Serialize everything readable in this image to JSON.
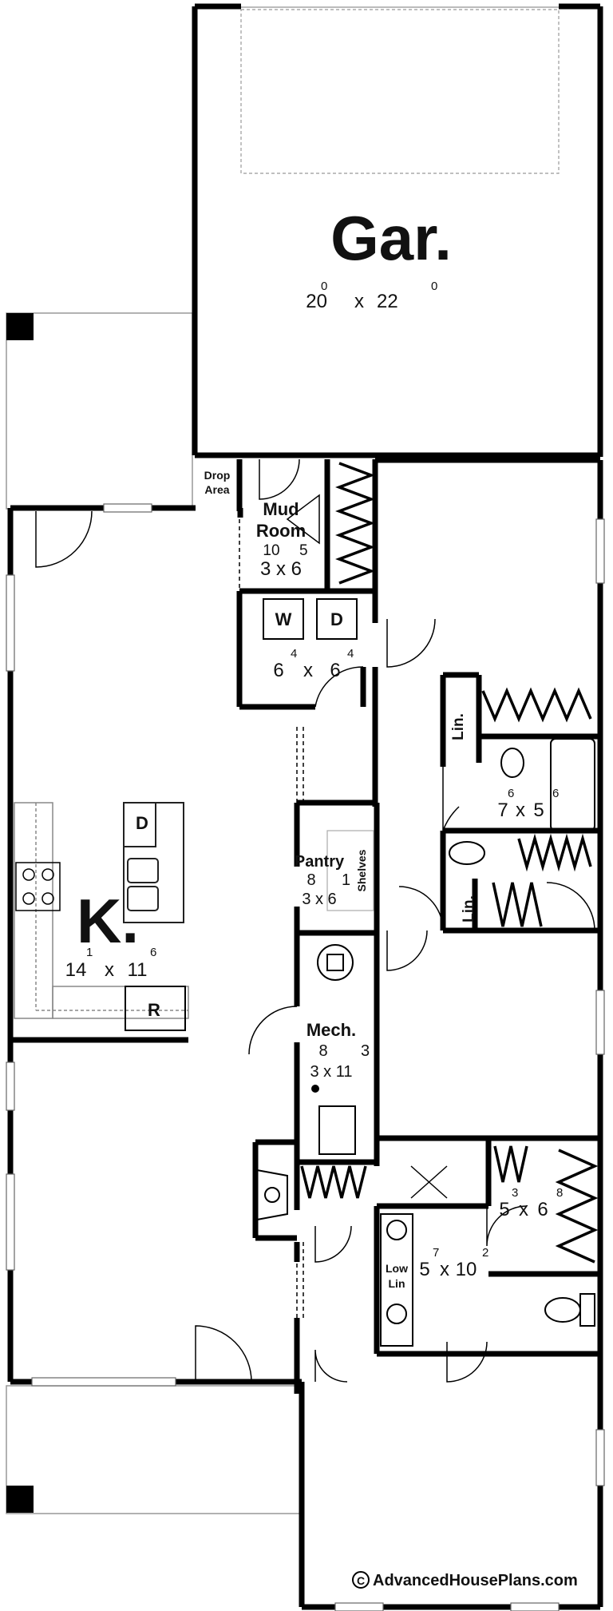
{
  "rooms": {
    "garage": {
      "name": "Gar.",
      "w": "20",
      "w_in": "0",
      "d": "22",
      "d_in": "0"
    },
    "mud_room": {
      "name_line1": "Mud",
      "name_line2": "Room",
      "w": "10",
      "w_in": "5",
      "d": "3 x 6"
    },
    "drop_area": {
      "line1": "Drop",
      "line2": "Area"
    },
    "laundry": {
      "w": "6",
      "w_in": "4",
      "d": "6",
      "d_in": "4",
      "washer": "W",
      "dryer": "D"
    },
    "pantry": {
      "name": "Pantry",
      "w": "8",
      "w_in": "1",
      "d": "3 x 6",
      "shelves": "Shelves"
    },
    "kitchen": {
      "name": "K.",
      "w": "14",
      "w_in": "1",
      "d": "11",
      "d_in": "6",
      "dishwasher": "D",
      "fridge": "R"
    },
    "mech": {
      "name": "Mech.",
      "w": "8",
      "w_in": "3",
      "d": "3 x 11"
    },
    "bath1": {
      "w": "7",
      "w_in": "6",
      "d": "5",
      "d_in": "6"
    },
    "linen1": {
      "label": "Lin."
    },
    "linen2": {
      "label": "Lin."
    },
    "closet": {
      "w": "5",
      "w_in": "3",
      "d": "6",
      "d_in": "8"
    },
    "bath2": {
      "w": "5",
      "w_in": "7",
      "d": "10",
      "d_in": "2",
      "low_lin_1": "Low",
      "low_lin_2": "Lin"
    }
  },
  "copyright": {
    "symbol": "C",
    "text": "AdvancedHousePlans.com"
  }
}
